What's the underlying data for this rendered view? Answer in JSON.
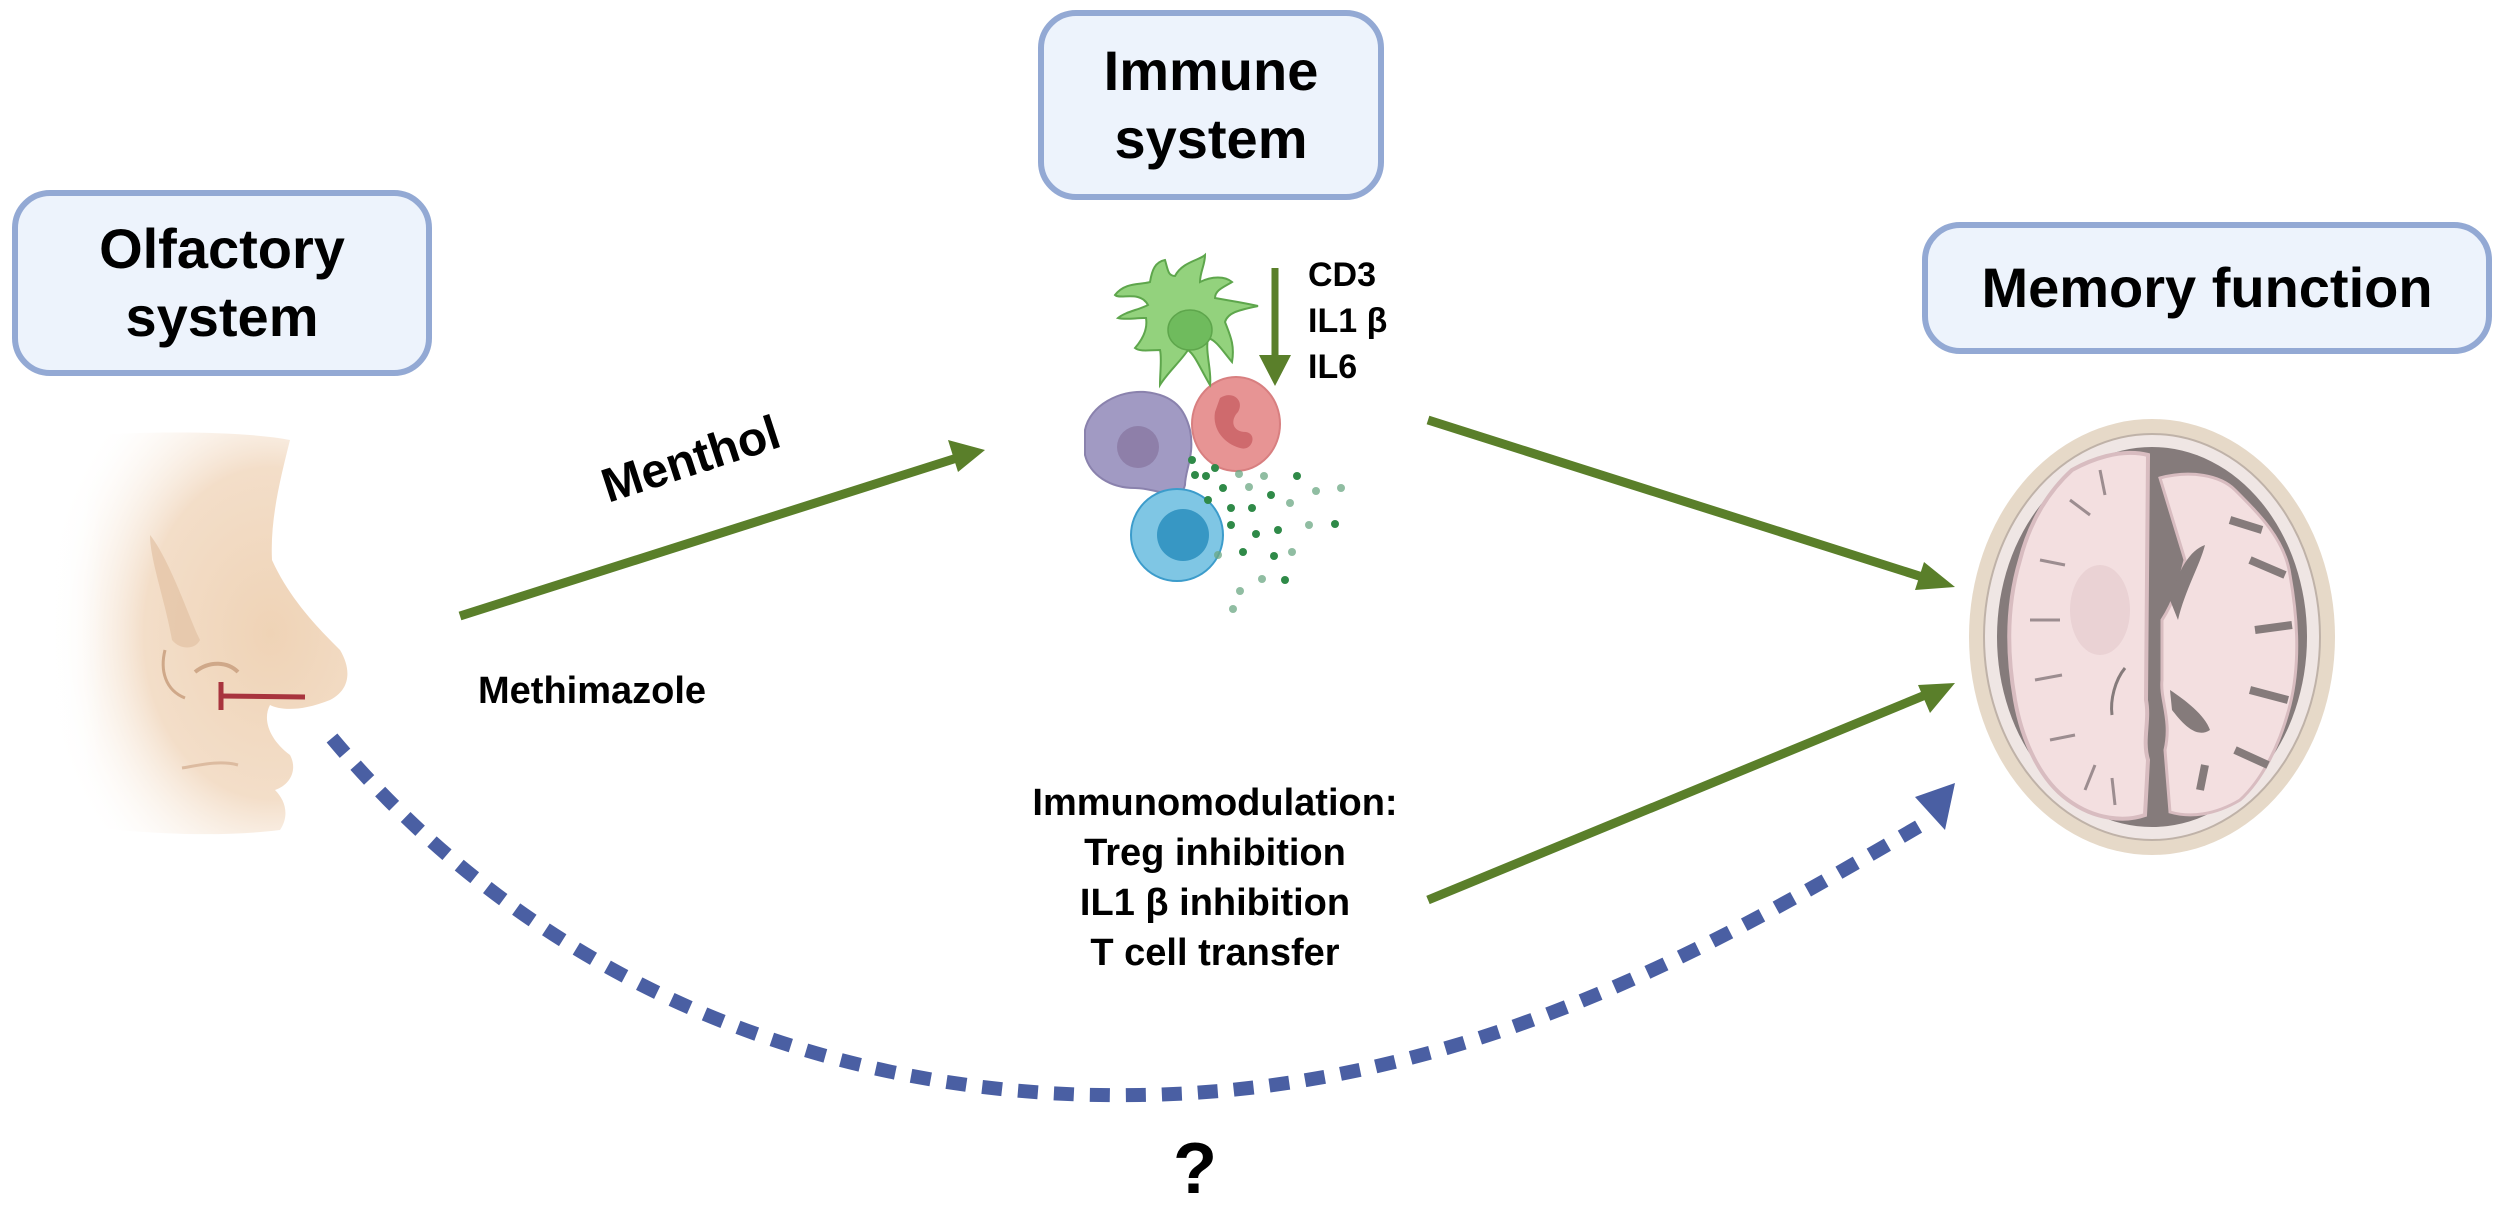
{
  "nodes": {
    "olfactory": {
      "line1": "Olfactory",
      "line2": "system"
    },
    "immune": {
      "line1": "Immune",
      "line2": "system"
    },
    "memory": {
      "label": "Memory function"
    }
  },
  "labels": {
    "menthol": "Menthol",
    "methimazole": "Methimazole",
    "markers": [
      "CD3",
      "IL1 β",
      "IL6"
    ],
    "immunomodulation": [
      "Immunomodulation:",
      "Treg inhibition",
      "IL1 β inhibition",
      "T cell transfer"
    ],
    "unknown": "?"
  },
  "icons": {
    "face": "nose-profile-icon",
    "cells": "immune-cells-icon",
    "brain": "brain-axial-section-icon"
  },
  "colors": {
    "box_fill": "#edf3fc",
    "box_border": "#93a9d4",
    "arrow_green": "#5a7f2a",
    "inhibit_red": "#a8343e",
    "dashed_blue": "#4a5fa3",
    "skin": "#efd3b6",
    "brain_tissue": "#f3dfe0",
    "brain_dark": "#857b7b",
    "skull": "#e6d9c8"
  }
}
